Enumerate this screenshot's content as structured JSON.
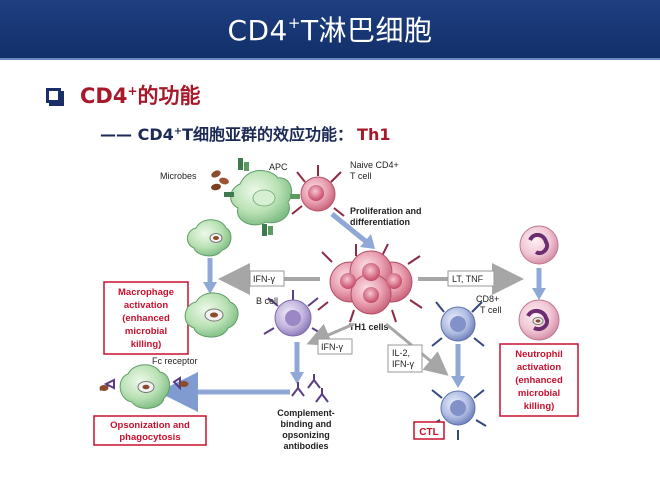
{
  "slide": {
    "title_main": "CD4",
    "title_sup": "+",
    "title_rest": "T淋巴细胞",
    "heading_main": "CD4",
    "heading_sup": "+",
    "heading_rest": "的功能",
    "sub_dash": "—— ",
    "sub_main": "CD4",
    "sub_sup": "+",
    "sub_rest": "T细胞亚群的效应功能：",
    "sub_th1": "Th1"
  },
  "colors": {
    "header_bg": "#173572",
    "heading_red": "#a8182b",
    "subheading_navy": "#1c2a55",
    "box_border": "#c8102e",
    "arrow_blue": "#8fa8d6",
    "macrophage_green": "#b7e0b5",
    "tcell_pink": "#e9a1b1",
    "bcell_purple": "#b6a6d6",
    "cd8_blue": "#a4b2da"
  },
  "diagram": {
    "microbes": "Microbes",
    "apc": "APC",
    "naive_line1": "Naive CD4+",
    "naive_line2": "T cell",
    "prolif_line1": "Proliferation and",
    "prolif_line2": "differentiation",
    "ifn_left": "IFN-γ",
    "lt_tnf": "LT, TNF",
    "macro_line1": "Macrophage",
    "macro_line2": "activation",
    "macro_line3": "(enhanced",
    "macro_line4": "microbial",
    "macro_line5": "killing)",
    "bcell": "B cell",
    "th1_cells": "TH1 cells",
    "cd8_line1": "CD8+",
    "cd8_line2": "T cell",
    "ifn_mid": "IFN-γ",
    "il2_line1": "IL-2,",
    "il2_line2": "IFN-γ",
    "fc_receptor": "Fc receptor",
    "comp_line1": "Complement-",
    "comp_line2": "binding and",
    "comp_line3": "opsonizing",
    "comp_line4": "antibodies",
    "opson_line1": "Opsonization and",
    "opson_line2": "phagocytosis",
    "ctl": "CTL",
    "neutro_line1": "Neutrophil",
    "neutro_line2": "activation",
    "neutro_line3": "(enhanced",
    "neutro_line4": "microbial",
    "neutro_line5": "killing)"
  }
}
